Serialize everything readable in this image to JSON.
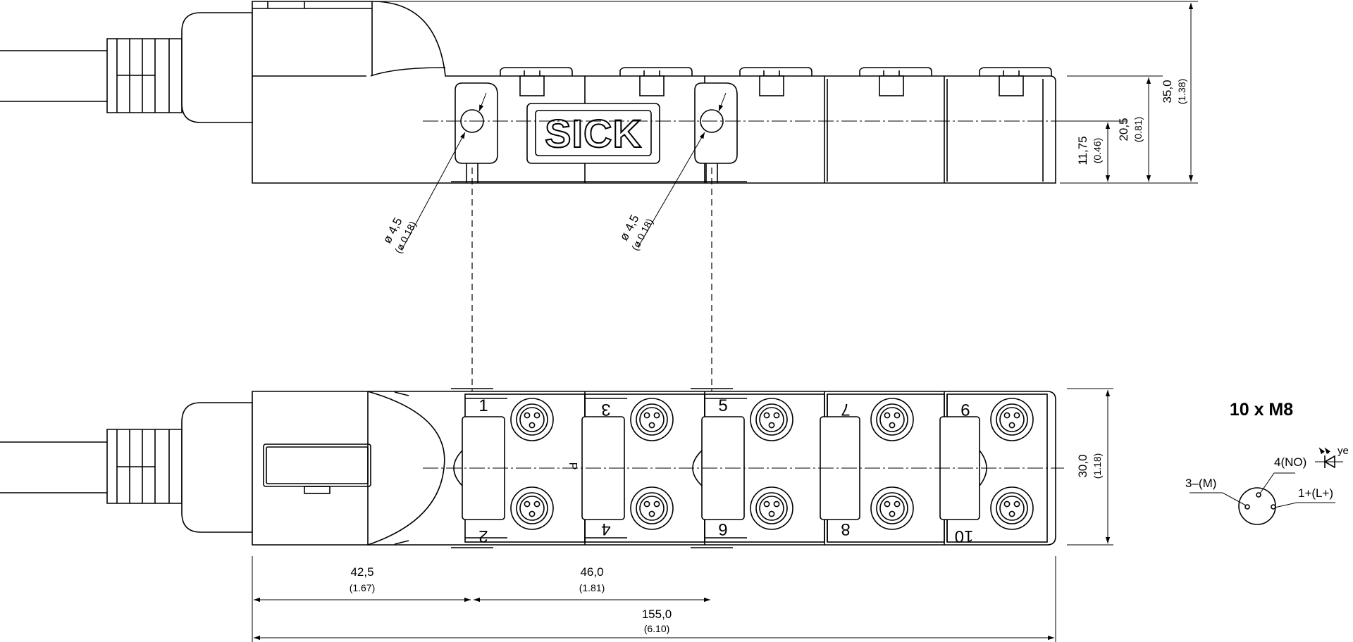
{
  "brand": {
    "logo_text": "SICK"
  },
  "front_view": {
    "hole_dim_1": {
      "value": "ø 4,5",
      "inch": "(ø 0.18)"
    },
    "hole_dim_2": {
      "value": "ø 4,5",
      "inch": "(ø 0.18)"
    },
    "height_total": {
      "value": "35,0",
      "inch": "(1.38)"
    },
    "height_mid": {
      "value": "20,5",
      "inch": "(0.81)"
    },
    "height_hole": {
      "value": "11,75",
      "inch": "(0.46)"
    }
  },
  "top_view": {
    "port_numbers": [
      "1",
      "2",
      "3",
      "4",
      "5",
      "6",
      "7",
      "8",
      "9",
      "10"
    ],
    "mark": "P",
    "width": {
      "value": "30,0",
      "inch": "(1.18)"
    },
    "dim_left": {
      "value": "42,5",
      "inch": "(1.67)"
    },
    "dim_pitch": {
      "value": "46,0",
      "inch": "(1.81)"
    },
    "dim_total": {
      "value": "155,0",
      "inch": "(6.10)"
    }
  },
  "connector": {
    "title": "10 x M8",
    "pin_3": "3–(M)",
    "pin_4": "4(NO)",
    "pin_1": "1+(L+)",
    "led": "ye"
  }
}
